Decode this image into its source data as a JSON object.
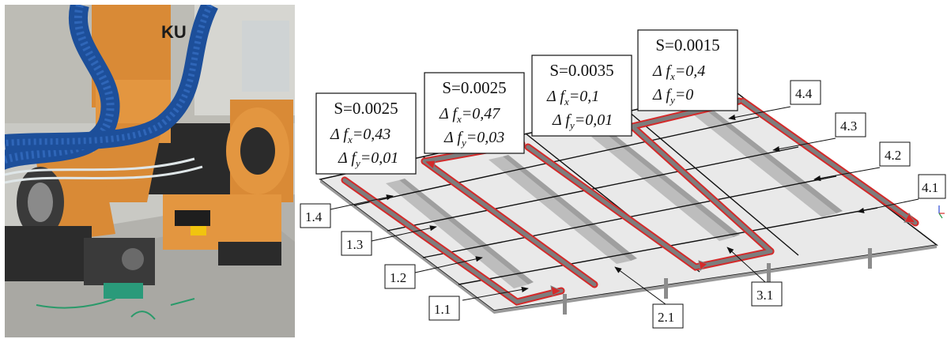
{
  "colors": {
    "robot_orange": "#d98a36",
    "hose_blue": "#1d4f9a",
    "panel_fill": "#e9e9e9",
    "stiffener_grey": "#b9b9b9",
    "path_red": "#d42a2a",
    "path_grey": "#7d7d7d"
  },
  "parameter_boxes": [
    {
      "s": "S=0.0025",
      "fx_label": "Δ f",
      "fx_sub": "x",
      "fx_value": "=0,43",
      "fy_label": "Δ f",
      "fy_sub": "y",
      "fy_value": "=0,01"
    },
    {
      "s": "S=0.0025",
      "fx_label": "Δ f",
      "fx_sub": "x",
      "fx_value": "=0,47",
      "fy_label": "Δ f",
      "fy_sub": "y",
      "fy_value": "=0,03"
    },
    {
      "s": "S=0.0035",
      "fx_label": "Δ f",
      "fx_sub": "x",
      "fx_value": "=0,1",
      "fy_label": "Δ f",
      "fy_sub": "y",
      "fy_value": "=0,01"
    },
    {
      "s": "S=0.0015",
      "fx_label": "Δ f",
      "fx_sub": "x",
      "fx_value": "=0,4",
      "fy_label": "Δ f",
      "fy_sub": "y",
      "fy_value": "=0"
    }
  ],
  "labels": {
    "l1_4": "1.4",
    "l1_3": "1.3",
    "l1_2": "1.2",
    "l1_1": "1.1",
    "l2_1": "2.1",
    "l3_1": "3.1",
    "l4_4": "4.4",
    "l4_3": "4.3",
    "l4_2": "4.2",
    "l4_1": "4.1"
  },
  "photo": {
    "robot_brand_fragment": "KU"
  }
}
